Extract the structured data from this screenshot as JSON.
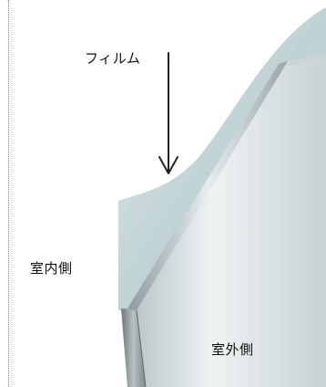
{
  "labels": {
    "film": "フィルム",
    "indoor": "室内側",
    "outdoor": "室外側"
  },
  "colors": {
    "film": "#b5c9cc",
    "glass_face": "#d7dfe2",
    "glass_edge": "#7e8a8c",
    "arrow": "#222222"
  }
}
